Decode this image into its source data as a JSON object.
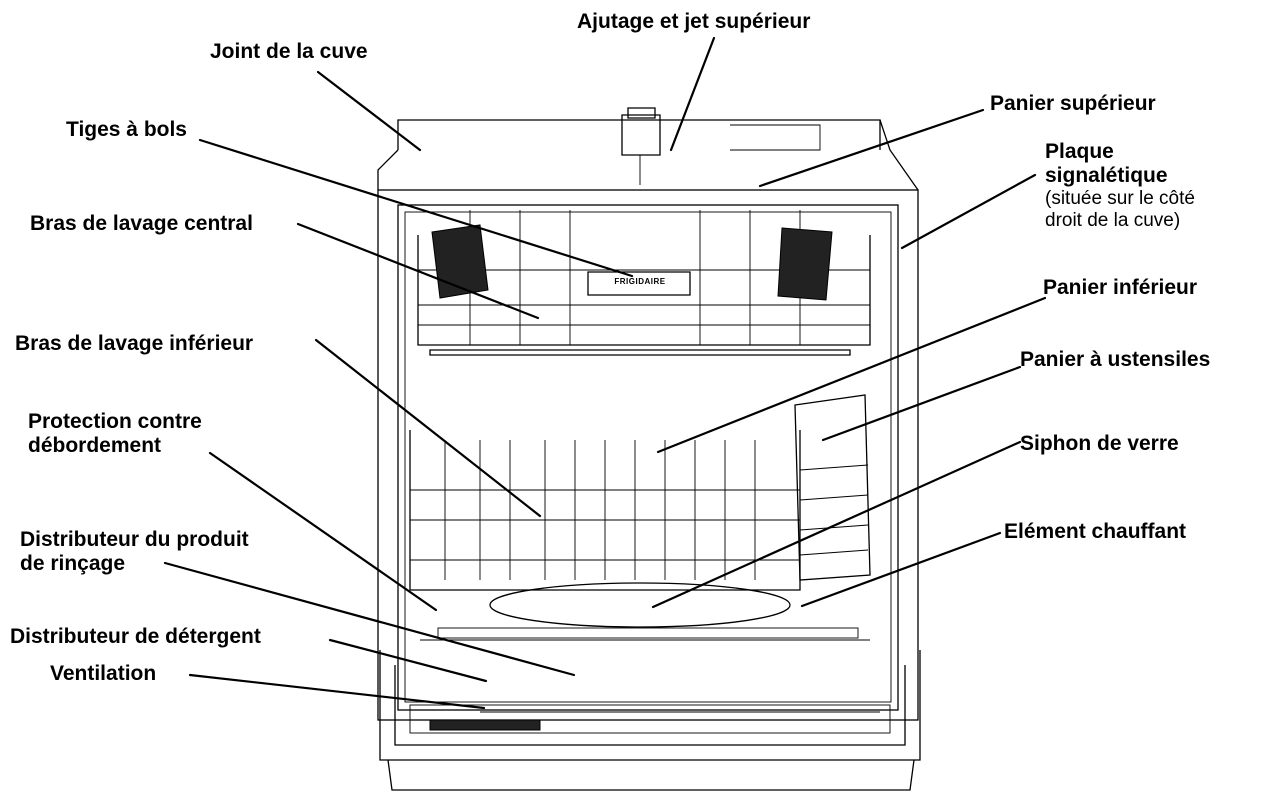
{
  "labels": {
    "joint_cuve": "Joint de la cuve",
    "ajutage": "Ajutage et jet supérieur",
    "panier_superieur": "Panier supérieur",
    "tiges_bols": "Tiges à bols",
    "plaque_line1": "Plaque",
    "plaque_line2": "signalétique",
    "plaque_note1": "(située sur le côté",
    "plaque_note2": "droit de la cuve)",
    "bras_central": "Bras de lavage central",
    "panier_inferieur": "Panier inférieur",
    "bras_inferieur": "Bras de lavage inférieur",
    "panier_ustensiles": "Panier à ustensiles",
    "protection_line1": "Protection contre",
    "protection_line2": "débordement",
    "siphon": "Siphon de verre",
    "rincage_line1": "Distributeur du produit",
    "rincage_line2": "de rinçage",
    "element_chauffant": "Elément chauffant",
    "detergent": "Distributeur de détergent",
    "ventilation": "Ventilation"
  },
  "brand_text": "FRIGIDAIRE"
}
